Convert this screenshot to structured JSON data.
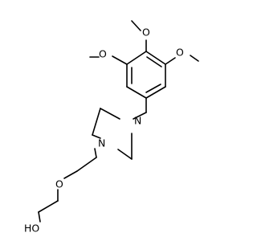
{
  "atoms": {
    "o_top": "O",
    "o_left": "O",
    "o_right": "O",
    "n_upper": "N",
    "n_lower": "N",
    "o_ether": "O",
    "oh": "HO"
  },
  "colors": {
    "bond": "#000000",
    "label": "#000000",
    "background": "#ffffff"
  }
}
